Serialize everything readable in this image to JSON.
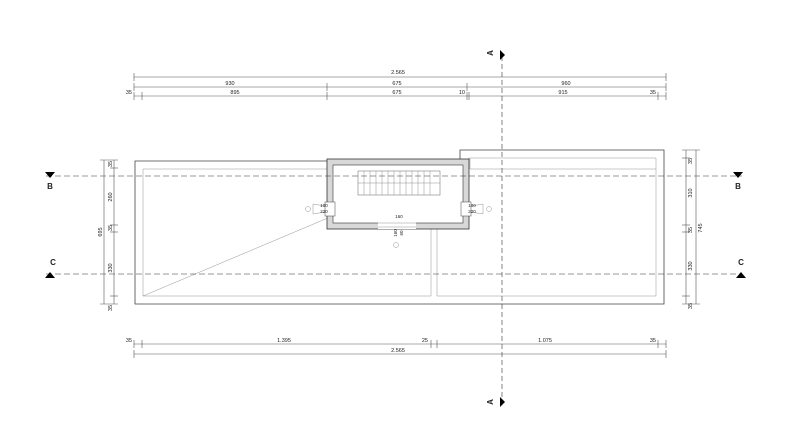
{
  "section_marks": {
    "a": "A",
    "b": "B",
    "c": "C"
  },
  "dims_top_overall": {
    "total": "2.565",
    "seg1": "930",
    "seg2": "675",
    "seg3": "960"
  },
  "dims_top_detail": {
    "d1": "35",
    "d2": "895",
    "d3": "675",
    "d4": "10",
    "d5": "915",
    "d6": "35"
  },
  "dims_bottom": {
    "d1": "35",
    "d2": "1.395",
    "d3": "25",
    "d4": "1.075",
    "d5": "35",
    "total": "2.565"
  },
  "dims_left": {
    "d1": "35",
    "d2": "260",
    "d3": "35",
    "d4": "330",
    "d5": "35",
    "total": "695"
  },
  "dims_right": {
    "d1": "35",
    "d2": "310",
    "d3": "35",
    "d4": "330",
    "d5": "35",
    "total": "745"
  },
  "stair": {
    "left_open_w": "100",
    "left_open_h": "220",
    "right_open_w": "100",
    "right_open_h": "220",
    "door_w": "160",
    "door_h1": "160",
    "door_h2": "60"
  }
}
